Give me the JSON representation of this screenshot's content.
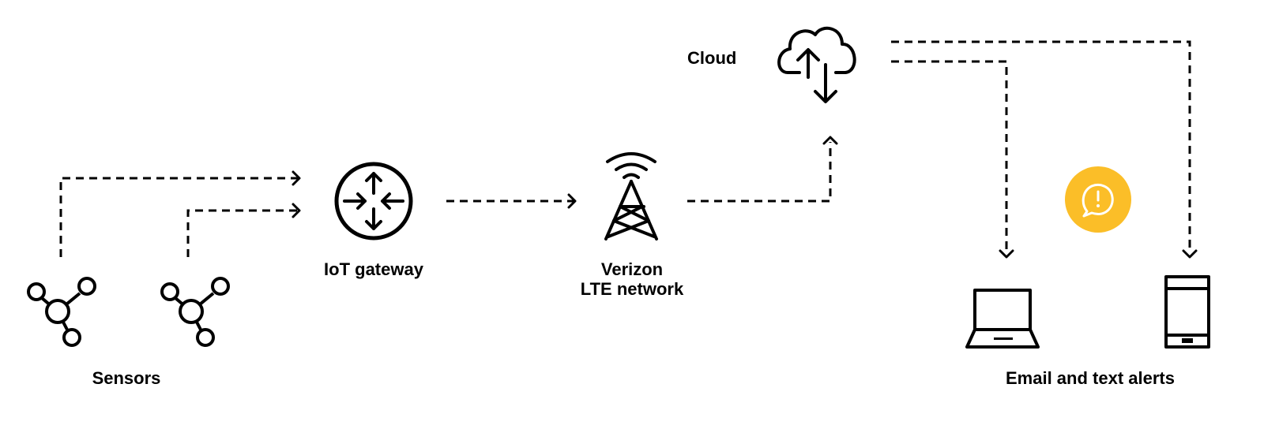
{
  "labels": {
    "cloud": "Cloud",
    "gateway": "IoT gateway",
    "network_line1": "Verizon",
    "network_line2": "LTE network",
    "sensors": "Sensors",
    "alerts": "Email and text alerts"
  },
  "icons": {
    "sensor": "sensor-hub-icon",
    "gateway": "router-icon",
    "tower": "cell-tower-icon",
    "cloud": "cloud-sync-icon",
    "alert": "alert-chat-icon",
    "laptop": "laptop-icon",
    "phone": "phone-icon"
  },
  "colors": {
    "line": "#000000",
    "alert_badge": "#FBBE28",
    "background": "#FFFFFF"
  }
}
